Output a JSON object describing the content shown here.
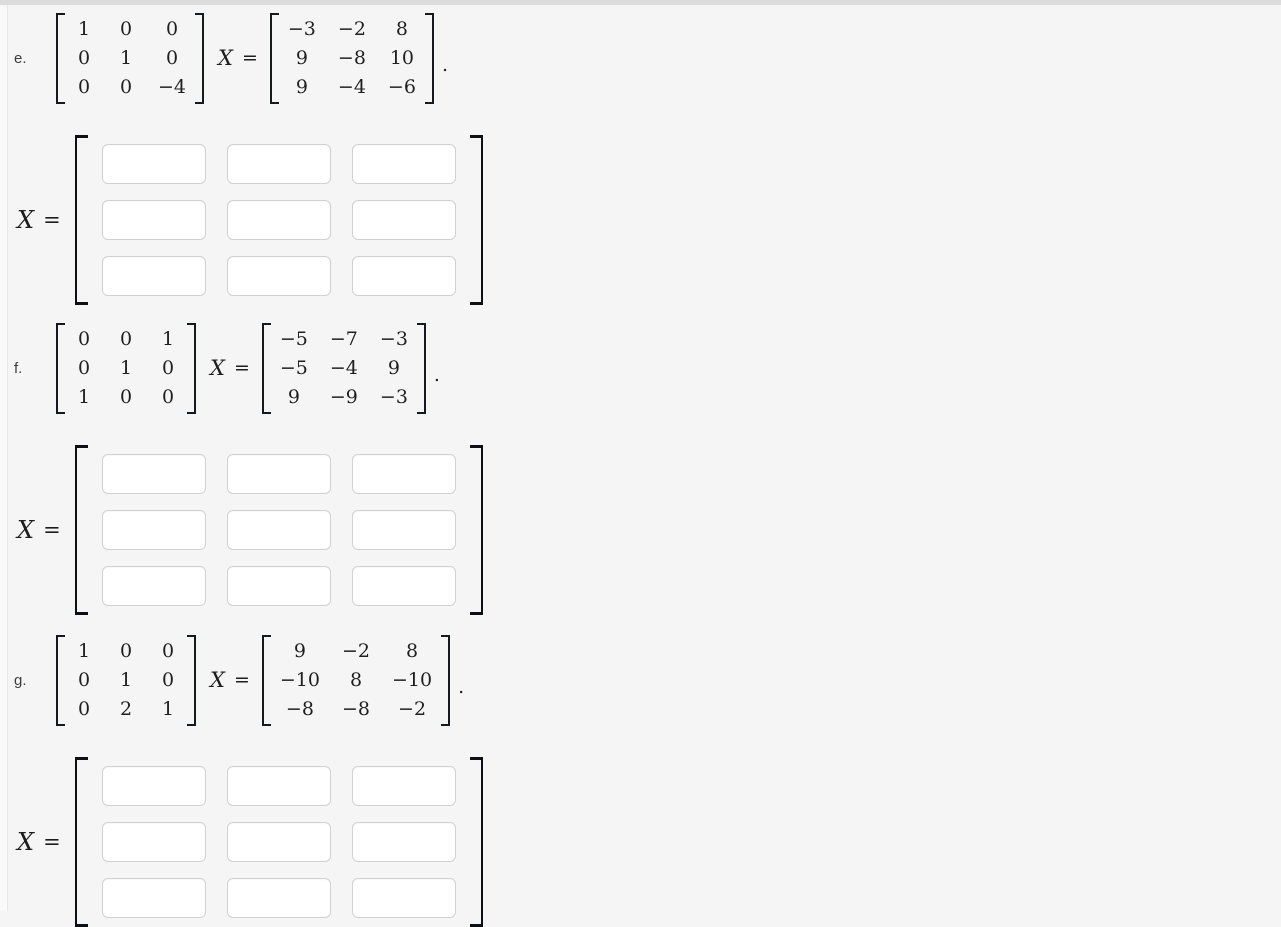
{
  "page": {
    "background": "#f5f5f5",
    "top_strip_color": "#dcdcdc",
    "math_color": "#1d1d1d",
    "input_border_color": "#d1d1d1"
  },
  "problems": [
    {
      "label": "e.",
      "variable": "X",
      "equals": "=",
      "suffix": ".",
      "lhs_matrix": [
        [
          "1",
          "0",
          "0"
        ],
        [
          "0",
          "1",
          "0"
        ],
        [
          "0",
          "0",
          "−4"
        ]
      ],
      "rhs_matrix": [
        [
          "−3",
          "−2",
          "8"
        ],
        [
          "9",
          "−8",
          "10"
        ],
        [
          "9",
          "−4",
          "−6"
        ]
      ],
      "answer": {
        "variable": "X",
        "equals": "=",
        "values": [
          [
            "",
            "",
            ""
          ],
          [
            "",
            "",
            ""
          ],
          [
            "",
            "",
            ""
          ]
        ]
      }
    },
    {
      "label": "f.",
      "variable": "X",
      "equals": "=",
      "suffix": ".",
      "lhs_matrix": [
        [
          "0",
          "0",
          "1"
        ],
        [
          "0",
          "1",
          "0"
        ],
        [
          "1",
          "0",
          "0"
        ]
      ],
      "rhs_matrix": [
        [
          "−5",
          "−7",
          "−3"
        ],
        [
          "−5",
          "−4",
          "9"
        ],
        [
          "9",
          "−9",
          "−3"
        ]
      ],
      "answer": {
        "variable": "X",
        "equals": "=",
        "values": [
          [
            "",
            "",
            ""
          ],
          [
            "",
            "",
            ""
          ],
          [
            "",
            "",
            ""
          ]
        ]
      }
    },
    {
      "label": "g.",
      "variable": "X",
      "equals": "=",
      "suffix": ".",
      "lhs_matrix": [
        [
          "1",
          "0",
          "0"
        ],
        [
          "0",
          "1",
          "0"
        ],
        [
          "0",
          "2",
          "1"
        ]
      ],
      "rhs_matrix": [
        [
          "9",
          "−2",
          "8"
        ],
        [
          "−10",
          "8",
          "−10"
        ],
        [
          "−8",
          "−8",
          "−2"
        ]
      ],
      "answer": {
        "variable": "X",
        "equals": "=",
        "values": [
          [
            "",
            "",
            ""
          ],
          [
            "",
            "",
            ""
          ],
          [
            "",
            "",
            ""
          ]
        ]
      }
    }
  ]
}
